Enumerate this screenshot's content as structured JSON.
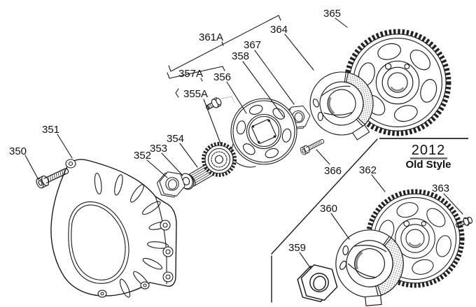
{
  "diagram": {
    "kind": "exploded-parts-diagram",
    "section_label": {
      "year": "2012",
      "style": "Old Style"
    },
    "part_labels": {
      "350": "350",
      "351": "351",
      "352": "352",
      "353": "353",
      "354": "354",
      "355A": "355A",
      "356": "356",
      "357A": "357A",
      "358": "358",
      "359": "359",
      "360": "360",
      "361A": "361A",
      "362": "362",
      "363": "363",
      "364": "364",
      "365": "365",
      "366": "366",
      "367": "367"
    },
    "colors": {
      "line": "#1a1a1a",
      "background": "#ffffff",
      "friction_dots": "#555555",
      "year_underline": "#666666"
    }
  }
}
